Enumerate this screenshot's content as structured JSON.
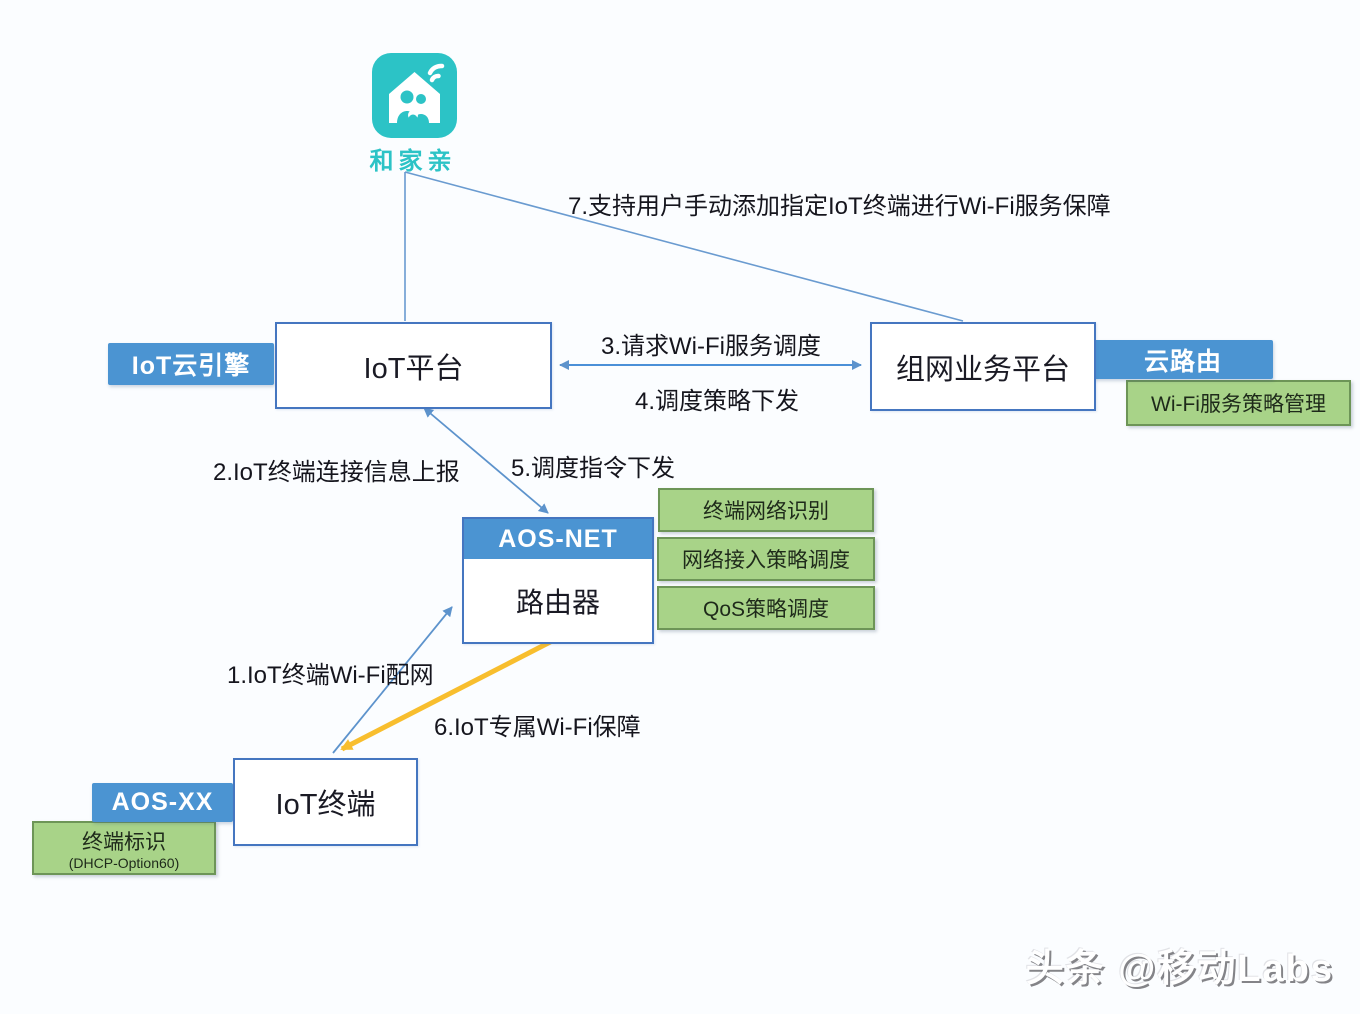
{
  "app": {
    "name": "和家亲",
    "icon": "hejiaqin-smart-home-app-icon"
  },
  "colors": {
    "teal_accent": "#2cc3c6",
    "blue_tag": "#4b94d2",
    "box_border_blue": "#4576c0",
    "green_fill": "#a8d388",
    "green_border": "#6d9557",
    "flow_line_blue": "#5d93cc",
    "flow_line_orange": "#f8be2e"
  },
  "nodes": {
    "iot_platform": {
      "label": "IoT平台",
      "tag": "IoT云引擎"
    },
    "network_platform": {
      "label": "组网业务平台",
      "tag": "云路由",
      "feature": "Wi-Fi服务策略管理"
    },
    "router": {
      "header": "AOS-NET",
      "label": "路由器",
      "features": [
        "终端网络识别",
        "网络接入策略调度",
        "QoS策略调度"
      ]
    },
    "iot_terminal": {
      "label": "IoT终端",
      "tag": "AOS-XX",
      "feature_line1": "终端标识",
      "feature_line2": "(DHCP-Option60)"
    }
  },
  "flows": {
    "f1": "1.IoT终端Wi-Fi配网",
    "f2": "2.IoT终端连接信息上报",
    "f3": "3.请求Wi-Fi服务调度",
    "f4": "4.调度策略下发",
    "f5": "5.调度指令下发",
    "f6": "6.IoT专属Wi-Fi保障",
    "f7": "7.支持用户手动添加指定IoT终端进行Wi-Fi服务保障"
  },
  "watermark": "头条 @移动Labs"
}
